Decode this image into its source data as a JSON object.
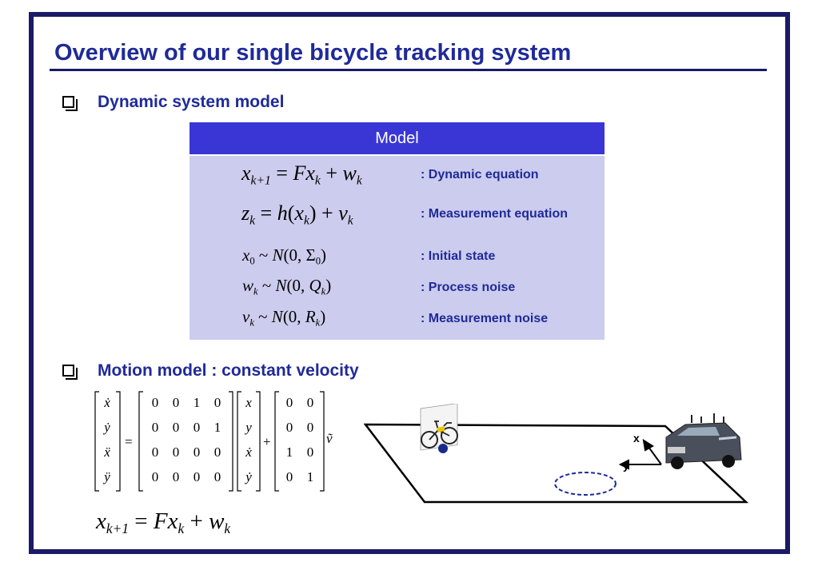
{
  "slide": {
    "title": "Overview of our single bicycle tracking system"
  },
  "section1": {
    "heading": "Dynamic system model",
    "table_header": "Model",
    "rows": [
      {
        "description": ": Dynamic equation"
      },
      {
        "description": ": Measurement equation"
      },
      {
        "description": ": Initial state"
      },
      {
        "description": ": Process noise"
      },
      {
        "description": ": Measurement noise"
      }
    ]
  },
  "section2": {
    "heading": "Motion model : constant velocity"
  },
  "motion_matrix": {
    "state_vector": [
      "ẋ",
      "ẏ",
      "ẍ",
      "ÿ"
    ],
    "F": [
      [
        "0",
        "0",
        "1",
        "0"
      ],
      [
        "0",
        "0",
        "0",
        "1"
      ],
      [
        "0",
        "0",
        "0",
        "0"
      ],
      [
        "0",
        "0",
        "0",
        "0"
      ]
    ],
    "state": [
      "x",
      "y",
      "ẋ",
      "ẏ"
    ],
    "G": [
      [
        "0",
        "0"
      ],
      [
        "0",
        "0"
      ],
      [
        "1",
        "0"
      ],
      [
        "0",
        "1"
      ]
    ],
    "noise": "ṽ"
  },
  "scene": {
    "axis_x": "x",
    "axis_y": "y"
  },
  "colors": {
    "title": "#1f2a99",
    "frame": "#1a1a66",
    "table_header": "#3a36d6",
    "table_body": "#ccccee"
  }
}
